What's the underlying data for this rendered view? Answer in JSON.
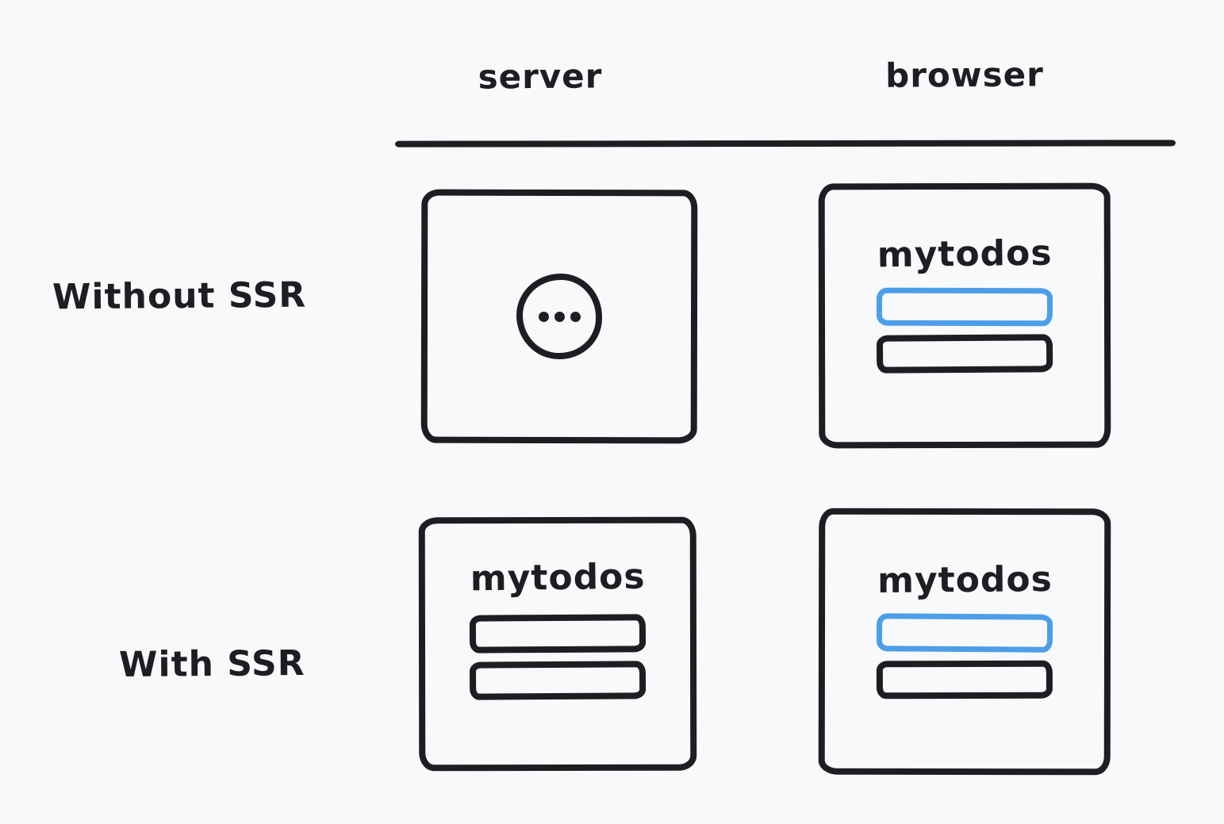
{
  "colors": {
    "background": "#f8f9fb",
    "stroke": "#1e1e22",
    "accent_blue": "#4d9ee8"
  },
  "columns": [
    {
      "label": "server"
    },
    {
      "label": "browser"
    }
  ],
  "rows": [
    {
      "label": "Without SSR",
      "server_panel": {
        "content": "loading",
        "icon": "ellipsis-loading-icon"
      },
      "browser_panel": {
        "title": "mytodos",
        "todo_items": [
          {
            "style": "highlighted-blue"
          },
          {
            "style": "default-black"
          }
        ]
      }
    },
    {
      "label": "With SSR",
      "server_panel": {
        "title": "mytodos",
        "todo_items": [
          {
            "style": "default-black"
          },
          {
            "style": "default-black"
          }
        ]
      },
      "browser_panel": {
        "title": "mytodos",
        "todo_items": [
          {
            "style": "highlighted-blue"
          },
          {
            "style": "default-black"
          }
        ]
      }
    }
  ]
}
